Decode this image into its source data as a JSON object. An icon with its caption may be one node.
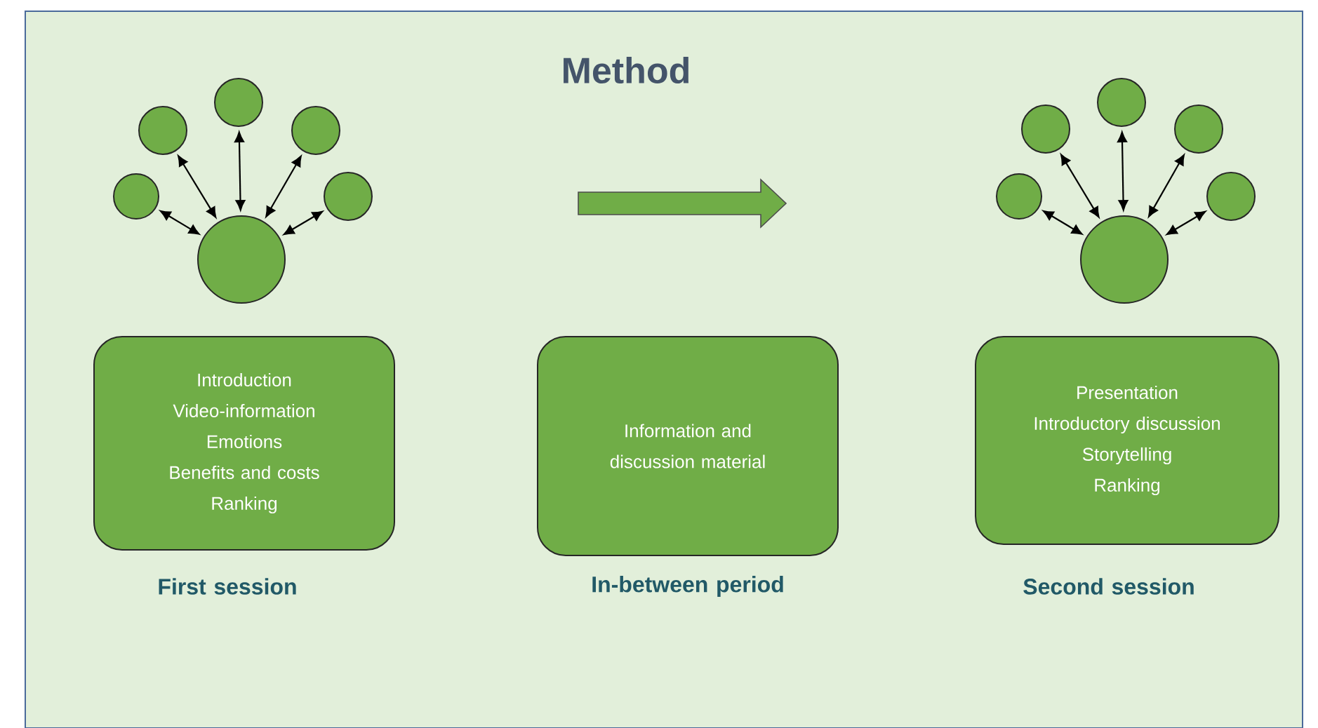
{
  "diagram": {
    "title": "Method",
    "nodes": [
      {
        "text": [],
        "shape": "circle"
      },
      {
        "text": [],
        "shape": "circle"
      },
      {
        "text": [],
        "shape": "circle"
      },
      {
        "text": [],
        "shape": "circle"
      },
      {
        "text": [],
        "shape": "circle"
      },
      {
        "text": [],
        "shape": "circle"
      },
      {
        "text": [],
        "shape": "circle"
      },
      {
        "text": [],
        "shape": "circle"
      },
      {
        "text": [],
        "shape": "circle"
      },
      {
        "text": [],
        "shape": "circle"
      },
      {
        "text": [],
        "shape": "circle"
      },
      {
        "text": [],
        "shape": "circle"
      },
      {
        "text": [
          "Introduction",
          "Video-information",
          "Emotions",
          "Benefits and costs",
          "Ranking"
        ],
        "beside": [
          "First session"
        ]
      },
      {
        "text": [
          "Information and discussion material"
        ],
        "beside": [
          "In-between period"
        ]
      },
      {
        "text": [
          "Presentation",
          "Introductory discussion",
          "Storytelling",
          "Ranking"
        ],
        "beside": [
          "Second session"
        ]
      }
    ],
    "edges": [
      {
        "from": 5,
        "to": 0,
        "arrow": "both"
      },
      {
        "from": 5,
        "to": 1,
        "arrow": "both"
      },
      {
        "from": 5,
        "to": 2,
        "arrow": "both"
      },
      {
        "from": 5,
        "to": 3,
        "arrow": "both"
      },
      {
        "from": 5,
        "to": 4,
        "arrow": "both"
      },
      {
        "from": 11,
        "to": 6,
        "arrow": "both"
      },
      {
        "from": 11,
        "to": 7,
        "arrow": "both"
      },
      {
        "from": 11,
        "to": 8,
        "arrow": "both"
      },
      {
        "from": 11,
        "to": 9,
        "arrow": "both"
      },
      {
        "from": 11,
        "to": 10,
        "arrow": "both"
      }
    ]
  }
}
